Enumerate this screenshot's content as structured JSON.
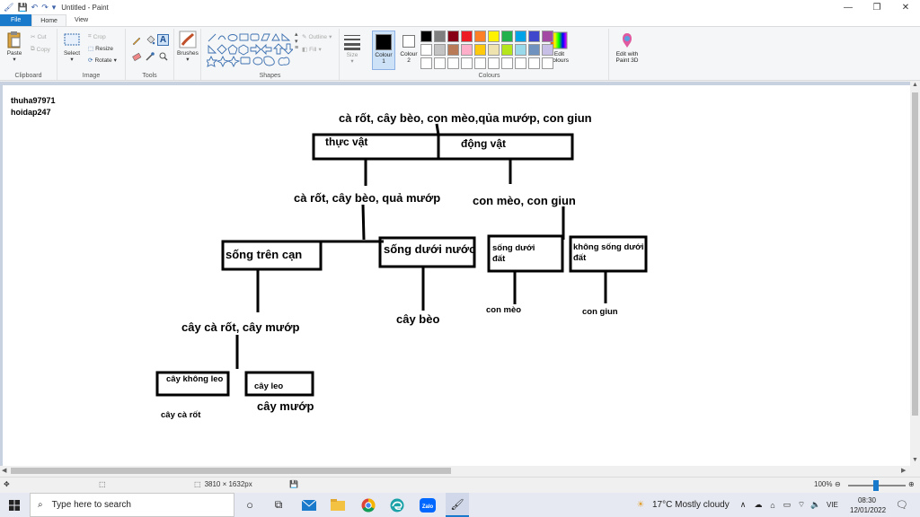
{
  "window": {
    "title": "Untitled - Paint",
    "minimize": "—",
    "maximize": "❐",
    "close": "✕"
  },
  "ribbon_tabs": [
    "File",
    "Home",
    "View"
  ],
  "clipboard": {
    "paste": "Paste",
    "cut": "Cut",
    "copy": "Copy",
    "label": "Clipboard"
  },
  "image": {
    "select": "Select",
    "crop": "Crop",
    "resize": "Resize",
    "rotate": "Rotate",
    "label": "Image"
  },
  "tools": {
    "label": "Tools"
  },
  "brushes": {
    "label": "Brushes"
  },
  "shapes": {
    "outline": "Outline",
    "fill": "Fill",
    "label": "Shapes"
  },
  "size": {
    "label": "Size"
  },
  "colours": {
    "colour1": "Colour\n1",
    "colour2": "Colour\n2",
    "edit": "Edit\ncolours",
    "paint3d": "Edit with\nPaint 3D",
    "label": "Colours",
    "colour1_value": "#000000",
    "colour2_value": "#ffffff",
    "palette": [
      "#000000",
      "#7f7f7f",
      "#880015",
      "#ed1c24",
      "#ff7f27",
      "#fff200",
      "#22b14c",
      "#00a2e8",
      "#3f48cc",
      "#a349a4",
      "#ffffff",
      "#c3c3c3",
      "#b97a57",
      "#ffaec9",
      "#ffc90e",
      "#efe4b0",
      "#b5e61d",
      "#99d9ea",
      "#7092be",
      "#c8bfe7",
      "#ffffff",
      "#ffffff",
      "#ffffff",
      "#ffffff",
      "#ffffff",
      "#ffffff",
      "#ffffff",
      "#ffffff",
      "#ffffff",
      "#ffffff"
    ]
  },
  "drawing": {
    "credit1": "thuha97971",
    "credit2": "hoidap247",
    "root": "cà rốt, cây bèo, con mèo,qủa mướp, con giun",
    "plants_box": "thực vật",
    "animals_box": "động vật",
    "plants_list": "cà rốt, cây bèo, quả mướp",
    "animals_list": "con mèo, con giun",
    "land_box": "sống trên cạn",
    "water_box": "sống dưới nước",
    "underground_box": "sống dưới\nđất",
    "not_underground_box": "không sống dưới\nđất",
    "land_list": "cây cà rốt, cây mướp",
    "water_item": "cây bèo",
    "underground_item": "con mèo",
    "not_underground_item": "con giun",
    "nonclimbing_box": "cây không leo",
    "climbing_box": "cây leo",
    "nonclimbing_item": "cây cà rốt",
    "climbing_item": "cây mướp"
  },
  "status": {
    "dimensions": "3810 × 1632px",
    "zoom": "100%"
  },
  "taskbar": {
    "search_placeholder": "Type here to search",
    "weather": "17°C  Mostly cloudy",
    "lang": "VIE",
    "time": "08:30",
    "date": "12/01/2022"
  }
}
